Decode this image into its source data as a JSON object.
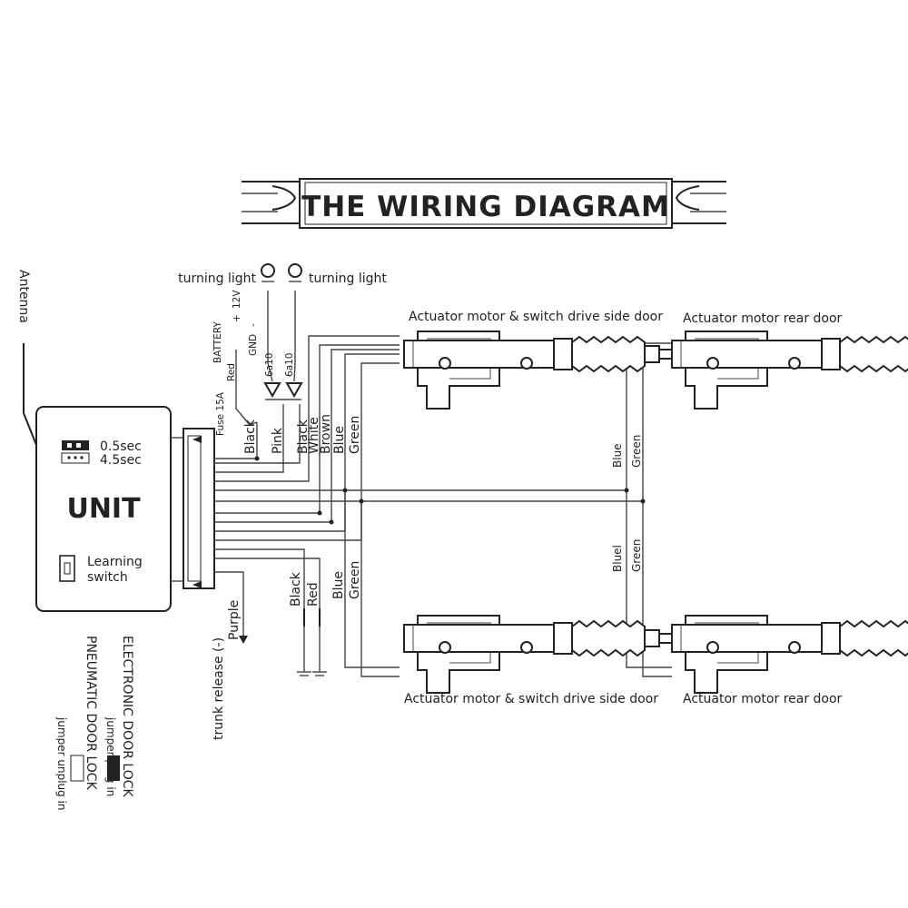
{
  "title": "THE WIRING DIAGRAM",
  "antenna_label": "Antenna",
  "unit": {
    "name": "UNIT",
    "time_options": [
      "0.5sec",
      "4.5sec"
    ],
    "learning_switch": [
      "Learning",
      "switch"
    ]
  },
  "turning_lights": [
    "turning light",
    "turning light"
  ],
  "power": {
    "battery": "BATTERY",
    "plus": "+",
    "voltage": "12V",
    "gnd": "GND",
    "minus": "-",
    "fuse": "Fuse 15A",
    "fuse_wire": "Red",
    "fuse_rating_1": "6a10",
    "fuse_rating_2": "6a10"
  },
  "wires_top": [
    "Black",
    "Pink",
    "Black",
    "White",
    "Brown",
    "Blue",
    "Green"
  ],
  "wires_bottom": [
    "Black",
    "Red",
    "Blue",
    "Green"
  ],
  "wires_right_top": [
    "Blue",
    "Green"
  ],
  "wires_right_bottom": [
    "Bluel",
    "Green"
  ],
  "trunk": {
    "label": "trunk release (-)",
    "wire": "Purple"
  },
  "actuators": {
    "top_left": "Actuator motor & switch drive side door",
    "top_right": "Actuator motor rear door",
    "bottom_left": "Actuator motor & switch drive side door",
    "bottom_right": "Actuator motor rear door"
  },
  "door_lock": {
    "electronic": "ELECTRONIC DOOR LOCK",
    "electronic_jumper": "jumper plug in",
    "pneumatic": "PNEUMATIC DOOR LOCK",
    "pneumatic_jumper": "jumper unplug in"
  }
}
